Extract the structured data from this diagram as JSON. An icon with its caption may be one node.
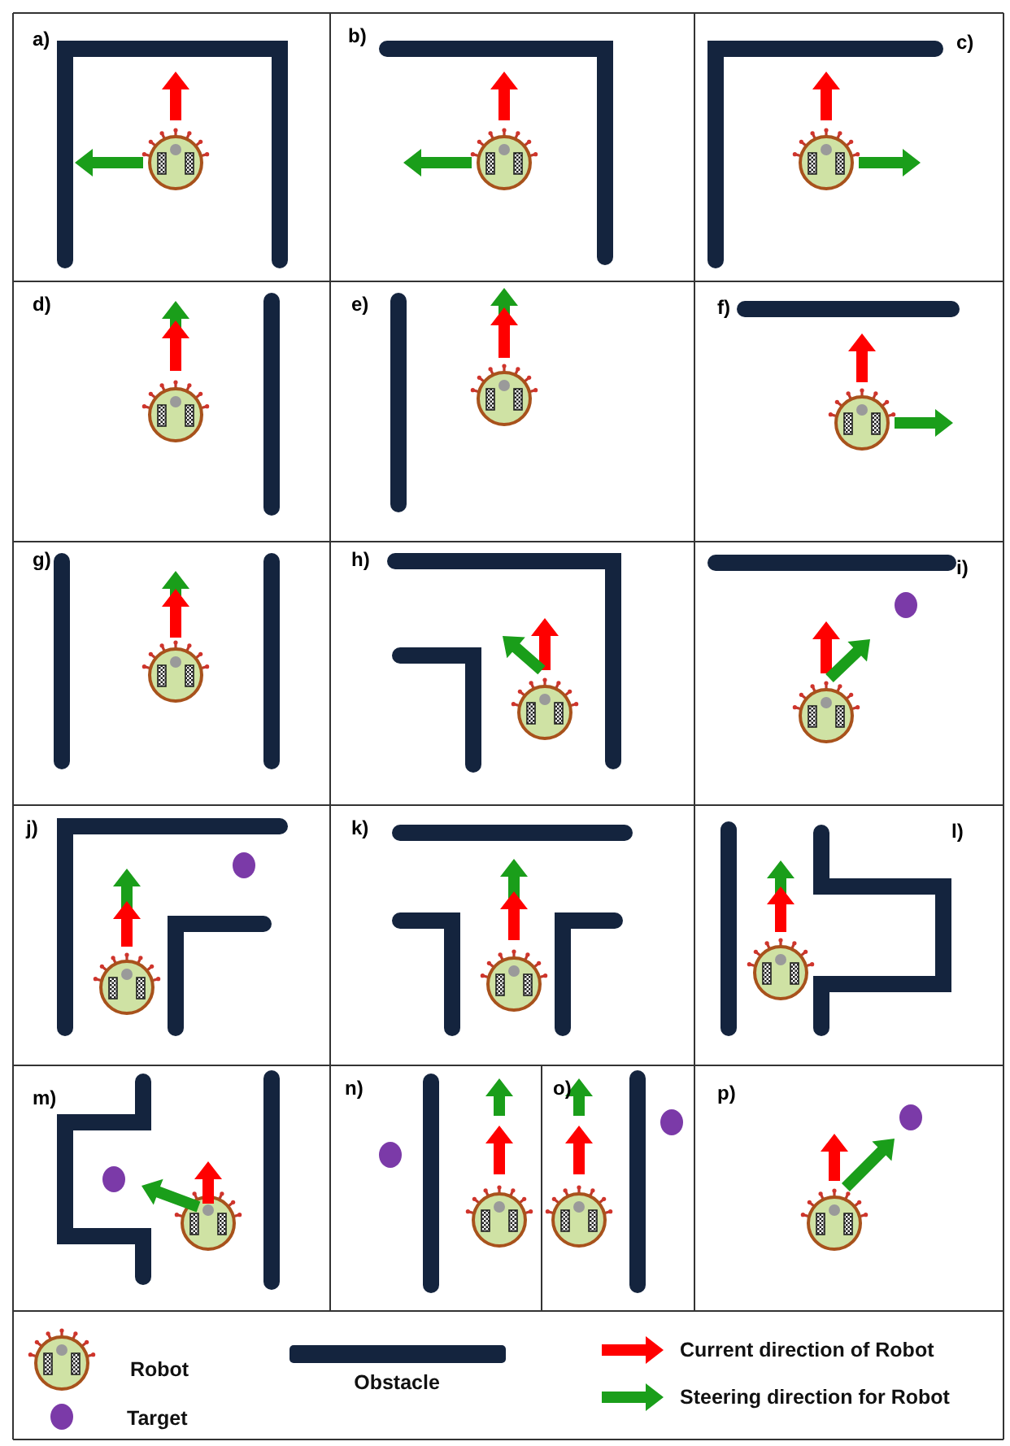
{
  "diagram": {
    "labels": [
      "a)",
      "b)",
      "c)",
      "d)",
      "e)",
      "f)",
      "g)",
      "h)",
      "i)",
      "j)",
      "k)",
      "l)",
      "m)",
      "n)",
      "o)",
      "p)"
    ],
    "legend": [
      {
        "text": "Robot"
      },
      {
        "text": "Target"
      },
      {
        "text": "Obstacle"
      },
      {
        "text": "Current direction of Robot"
      },
      {
        "text": "Steering direction for Robot"
      }
    ]
  }
}
